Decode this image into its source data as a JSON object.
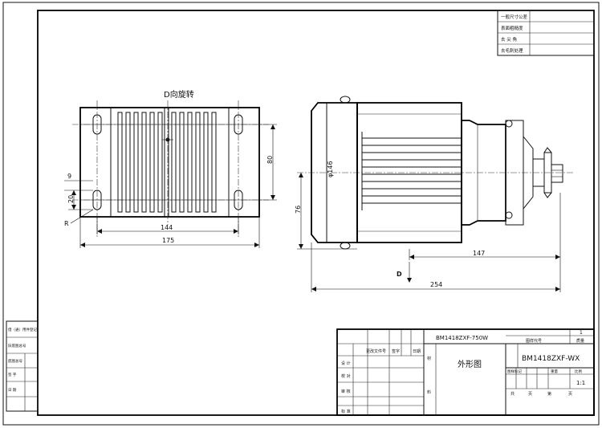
{
  "view_label": "D向旋转",
  "dimensions": {
    "side_width": "80",
    "hole_offset": "9",
    "hole_spacing": "20",
    "radius": "R",
    "mount_width": "144",
    "overall_width": "175",
    "diameter": "φ146",
    "shaft_height": "76",
    "shaft_length": "147",
    "overall_length": "254",
    "view_arrow": "D"
  },
  "top_right_block": {
    "rows": [
      "一般尺寸公差",
      "表面粗糙度",
      "去 尖 角",
      "去毛刺处理"
    ]
  },
  "left_margin_block": {
    "rows": [
      "借（通）用件登记",
      "旧底图总号",
      "底图总号",
      "签  字",
      "日  期"
    ]
  },
  "title_block": {
    "drawing_title_top": "BM1418ZXF-750W",
    "part_name": "外形图",
    "drawing_number": "BM1418ZXF-WX",
    "header_labels": [
      "更改文件号",
      "签字",
      "日期"
    ],
    "left_roles": [
      "设 计",
      "校 对",
      "审 核",
      "标 准"
    ],
    "material_label": "材",
    "process_label": "料",
    "sheet_number": "1",
    "scale": "1:1",
    "cell_labels": [
      "图样代号",
      "质量",
      "图样标记",
      "重量",
      "比例",
      "共",
      "页",
      "第",
      "页"
    ]
  }
}
